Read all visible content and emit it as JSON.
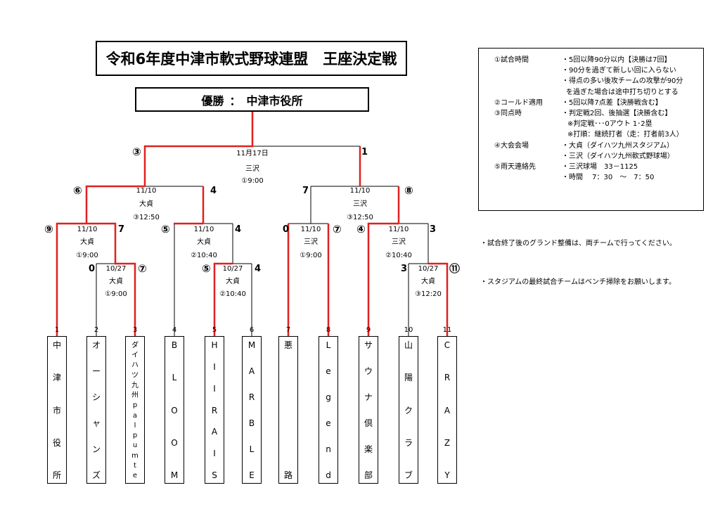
{
  "title": "令和6年度中津市軟式野球連盟　王座決定戦",
  "champion": {
    "label": "優勝",
    "sep": "：",
    "team": "中津市役所"
  },
  "teams": [
    {
      "seed": "1",
      "chars": [
        "中",
        "津",
        "市",
        "役",
        "所"
      ]
    },
    {
      "seed": "2",
      "chars": [
        "オ",
        "ー",
        "シ",
        "ャ",
        "ン",
        "ズ"
      ]
    },
    {
      "seed": "3",
      "chars": [
        "ダ",
        "イ",
        "ハ",
        "ツ",
        "九",
        "州",
        "p",
        "a",
        "l",
        "p",
        "u",
        "m",
        "t",
        "e"
      ]
    },
    {
      "seed": "4",
      "chars": [
        "B",
        "L",
        "O",
        "O",
        "M"
      ]
    },
    {
      "seed": "5",
      "chars": [
        "H",
        "I",
        "I",
        "R",
        "A",
        "I",
        "S"
      ]
    },
    {
      "seed": "6",
      "chars": [
        "M",
        "A",
        "R",
        "B",
        "L",
        "E"
      ]
    },
    {
      "seed": "7",
      "chars": [
        "悪",
        "路"
      ]
    },
    {
      "seed": "8",
      "chars": [
        "L",
        "e",
        "g",
        "e",
        "n",
        "d"
      ]
    },
    {
      "seed": "9",
      "chars": [
        "サ",
        "ウ",
        "ナ",
        "倶",
        "楽",
        "部"
      ]
    },
    {
      "seed": "10",
      "chars": [
        "山",
        "陽",
        "ク",
        "ラ",
        "ブ"
      ]
    },
    {
      "seed": "11",
      "chars": [
        "C",
        "R",
        "A",
        "Z",
        "Y"
      ]
    }
  ],
  "matches": {
    "final": {
      "date": "11月17日",
      "venue": "三沢",
      "time": "①9:00",
      "left_game": "③",
      "right_score": "1"
    },
    "semi_left": {
      "date": "11/10",
      "venue": "大貞",
      "time": "③12:50",
      "left_game": "⑥",
      "right_score": "4"
    },
    "semi_right": {
      "date": "11/10",
      "venue": "三沢",
      "time": "③12:50",
      "left_score": "7",
      "right_game": "⑧"
    },
    "qf1": {
      "date": "11/10",
      "venue": "大貞",
      "time": "①9:00",
      "left_game": "⑨",
      "right_score": "7"
    },
    "qf2": {
      "date": "11/10",
      "venue": "大貞",
      "time": "②10:40",
      "left_game": "⑤",
      "right_score": "4"
    },
    "qf3": {
      "date": "11/10",
      "venue": "三沢",
      "time": "①9:00",
      "left_score": "0",
      "right_game": "⑦"
    },
    "qf4": {
      "date": "11/10",
      "venue": "三沢",
      "time": "②10:40",
      "left_game": "④",
      "right_score": "3"
    },
    "r1a": {
      "date": "10/27",
      "venue": "大貞",
      "time": "①9:00",
      "left_score": "0",
      "right_game": "⑦"
    },
    "r1b": {
      "date": "10/27",
      "venue": "大貞",
      "time": "②10:40",
      "left_game": "⑤",
      "right_score": "4"
    },
    "r1c": {
      "date": "10/27",
      "venue": "大貞",
      "time": "③12:20",
      "left_score": "3",
      "right_game": "⑪"
    }
  },
  "rules": [
    {
      "label": "①試合時間",
      "text": "・5回以降90分以内【決勝は7回】"
    },
    {
      "label": "",
      "text": "・90分を過ぎて新しい回に入らない"
    },
    {
      "label": "",
      "text": "・得点の多い後攻チームの攻撃が90分"
    },
    {
      "label": "",
      "text": "を過ぎた場合は途中打ち切りとする"
    },
    {
      "label": "②コールド適用",
      "text": "・5回以降7点差【決勝戦含む】"
    },
    {
      "label": "③同点時",
      "text": "・判定戦2回、後抽選【決勝含む】"
    },
    {
      "label": "",
      "text": "※判定戦･･･0アウト 1･2塁"
    },
    {
      "label": "",
      "text": "※打順：継続打者（走：打者前3人）"
    },
    {
      "label": "④大会会場",
      "text": "・大貞（ダイハツ九州スタジアム）"
    },
    {
      "label": "",
      "text": "・三沢（ダイハツ九州軟式野球場）"
    },
    {
      "label": "⑤雨天連絡先",
      "text": "・三沢球場　33－1125"
    },
    {
      "label": "",
      "text": "・時間　 7：30　～　7：50"
    }
  ],
  "notes": [
    "・試合終了後のグランド整備は、両チームで行ってください。",
    "・スタジアムの最終試合チームはベンチ掃除をお願いします。"
  ],
  "colors": {
    "winner_line": "#e02020",
    "line": "#000000"
  }
}
